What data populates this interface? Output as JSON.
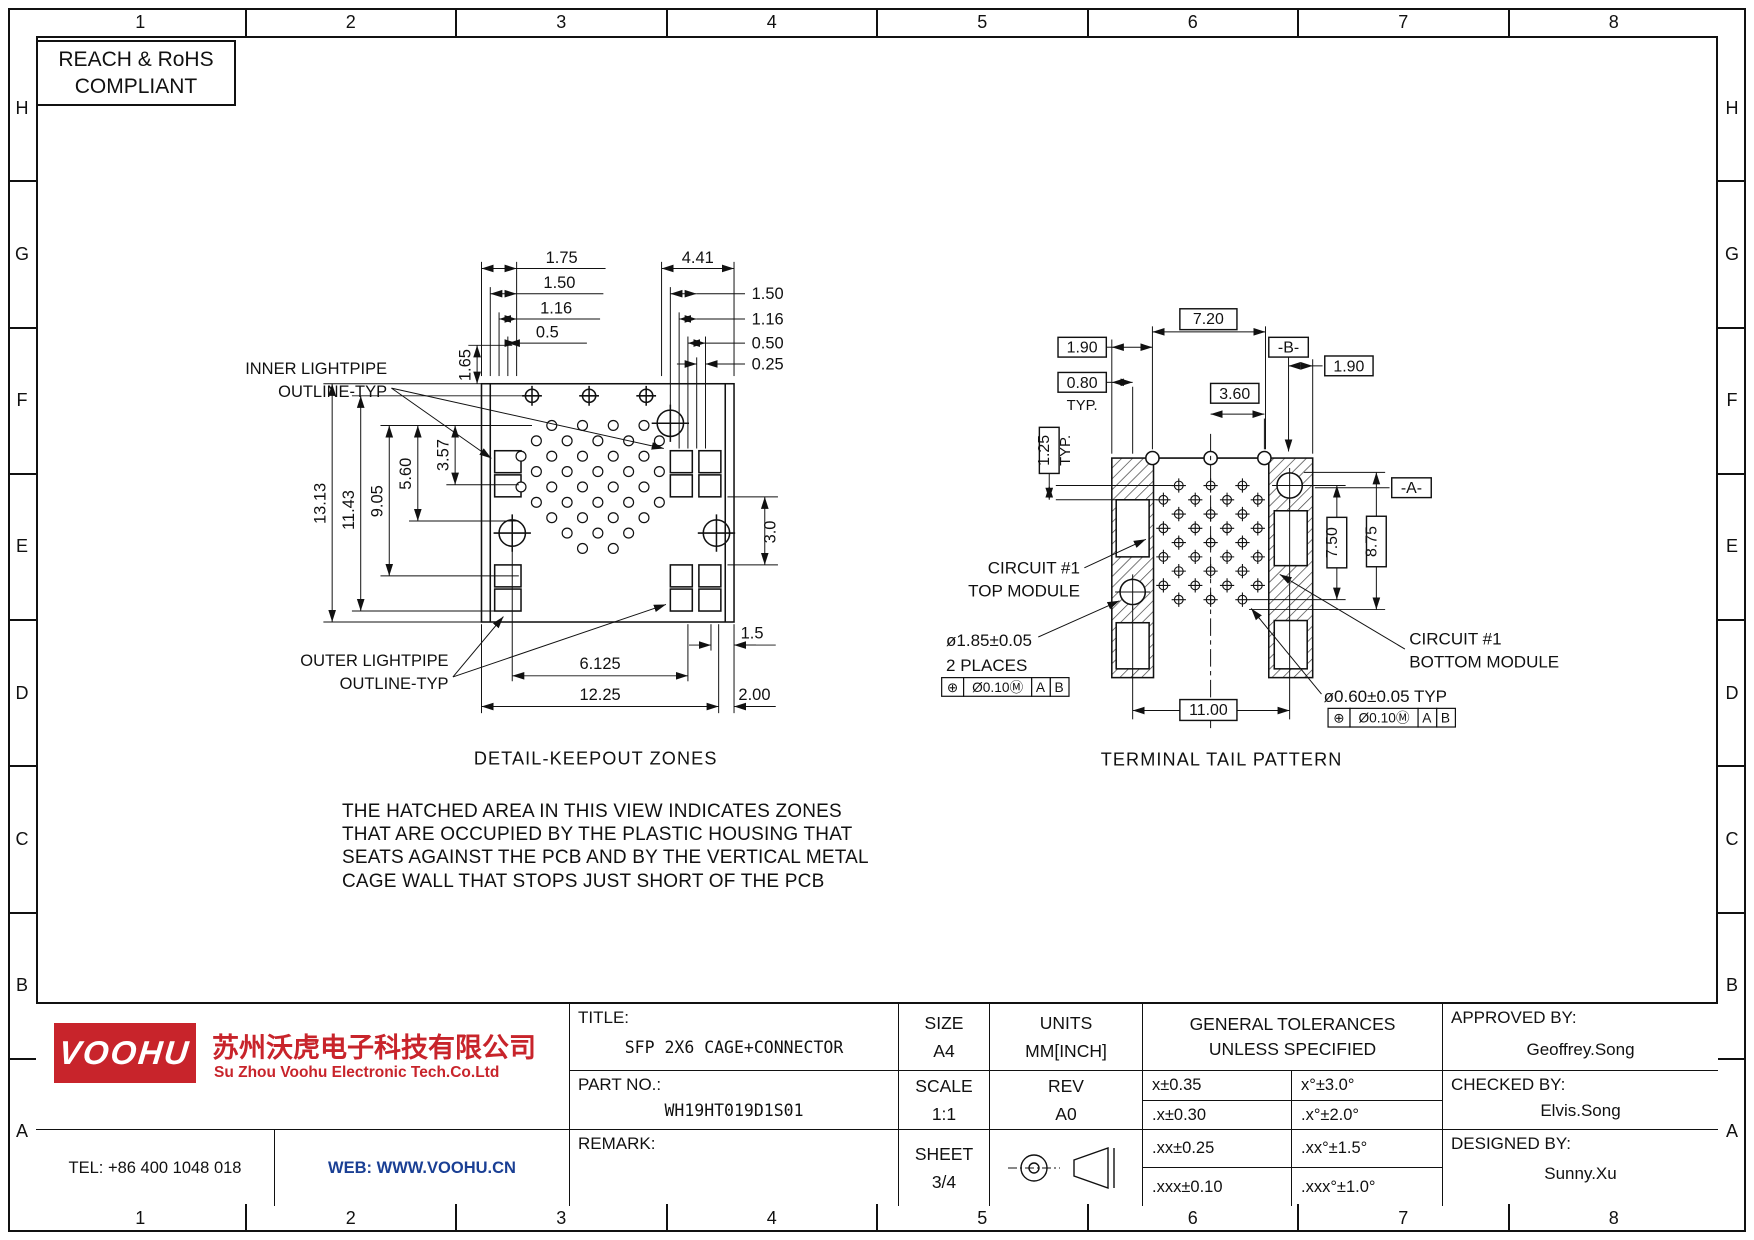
{
  "sheet": {
    "compliance_line1": "REACH & RoHS",
    "compliance_line2": "COMPLIANT"
  },
  "grid": {
    "cols": [
      "1",
      "2",
      "3",
      "4",
      "5",
      "6",
      "7",
      "8"
    ],
    "rows": [
      "H",
      "G",
      "F",
      "E",
      "D",
      "C",
      "B",
      "A"
    ]
  },
  "keepout": {
    "caption": "DETAIL-KEEPOUT ZONES",
    "inner_label_line1": "INNER LIGHTPIPE",
    "inner_label_line2": "OUTLINE-TYP",
    "outer_label_line1": "OUTER LIGHTPIPE",
    "outer_label_line2": "OUTLINE-TYP",
    "dims": {
      "d175": "1.75",
      "d150_left": "1.50",
      "d116_left": "1.16",
      "d05": "0.5",
      "d441": "4.41",
      "d150_right": "1.50",
      "d116_right": "1.16",
      "d050": "0.50",
      "d025": "0.25",
      "d1313": "13.13",
      "d1143": "11.43",
      "d905": "9.05",
      "d560": "5.60",
      "d357": "3.57",
      "d165": "1.65",
      "d30": "3.0",
      "d15": "1.5",
      "d6125": "6.125",
      "d1225": "12.25",
      "d200": "2.00"
    }
  },
  "tail": {
    "caption": "TERMINAL TAIL PATTERN",
    "dims": {
      "d720": "7.20",
      "d190_left": "1.90",
      "d190_right": "1.90",
      "datum_b": "-B-",
      "datum_a": "-A-",
      "d080": "0.80",
      "typ_top": "TYP.",
      "d360": "3.60",
      "d125": "1.25",
      "typ_side": "TYP.",
      "d750": "7.50",
      "d875": "8.75",
      "d1100": "11.00"
    },
    "circuit_top_line1": "CIRCUIT #1",
    "circuit_top_line2": "TOP MODULE",
    "circuit_bottom_line1": "CIRCUIT #1",
    "circuit_bottom_line2": "BOTTOM MODULE",
    "hole_large": "ø1.85±0.05",
    "hole_large_qty": "2 PLACES",
    "hole_small": "ø0.60±0.05 TYP",
    "fcf": {
      "symbol": "⊕",
      "tolerance": "Ø0.10Ⓜ",
      "datum1": "A",
      "datum2": "B"
    }
  },
  "note": {
    "line1": "THE HATCHED AREA IN THIS VIEW INDICATES ZONES",
    "line2": "THAT ARE OCCUPIED BY THE PLASTIC HOUSING THAT",
    "line3": "SEATS AGAINST THE PCB AND BY THE VERTICAL METAL",
    "line4": "CAGE WALL THAT STOPS JUST SHORT OF THE PCB"
  },
  "title_block": {
    "logo_text": "VOOHU",
    "company_cn": "苏州沃虎电子科技有限公司",
    "company_en": "Su Zhou Voohu Electronic Tech.Co.Ltd",
    "tel": "TEL: +86 400 1048 018",
    "web": "WEB: WWW.VOOHU.CN",
    "title_label": "TITLE:",
    "title_value": "SFP 2X6 CAGE+CONNECTOR",
    "part_label": "PART NO.:",
    "part_value": "WH19HT019D1S01",
    "remark_label": "REMARK:",
    "size_label": "SIZE",
    "size_value": "A4",
    "scale_label": "SCALE",
    "scale_value": "1:1",
    "sheet_label": "SHEET",
    "sheet_value": "3/4",
    "units_label": "UNITS",
    "units_value": "MM[INCH]",
    "rev_label": "REV",
    "rev_value": "A0",
    "tol_header1": "GENERAL TOLERANCES",
    "tol_header2": "UNLESS SPECIFIED",
    "tol_rows": [
      [
        "x±0.35",
        "x°±3.0°"
      ],
      [
        ".x±0.30",
        ".x°±2.0°"
      ],
      [
        ".xx±0.25",
        ".xx°±1.5°"
      ],
      [
        ".xxx±0.10",
        ".xxx°±1.0°"
      ]
    ],
    "approved_label": "APPROVED BY:",
    "approved_value": "Geoffrey.Song",
    "checked_label": "CHECKED BY:",
    "checked_value": "Elvis.Song",
    "designed_label": "DESIGNED BY:",
    "designed_value": "Sunny.Xu"
  },
  "colors": {
    "accent_red": "#c8242b",
    "web_blue": "#1a3f94",
    "line": "#111111"
  }
}
